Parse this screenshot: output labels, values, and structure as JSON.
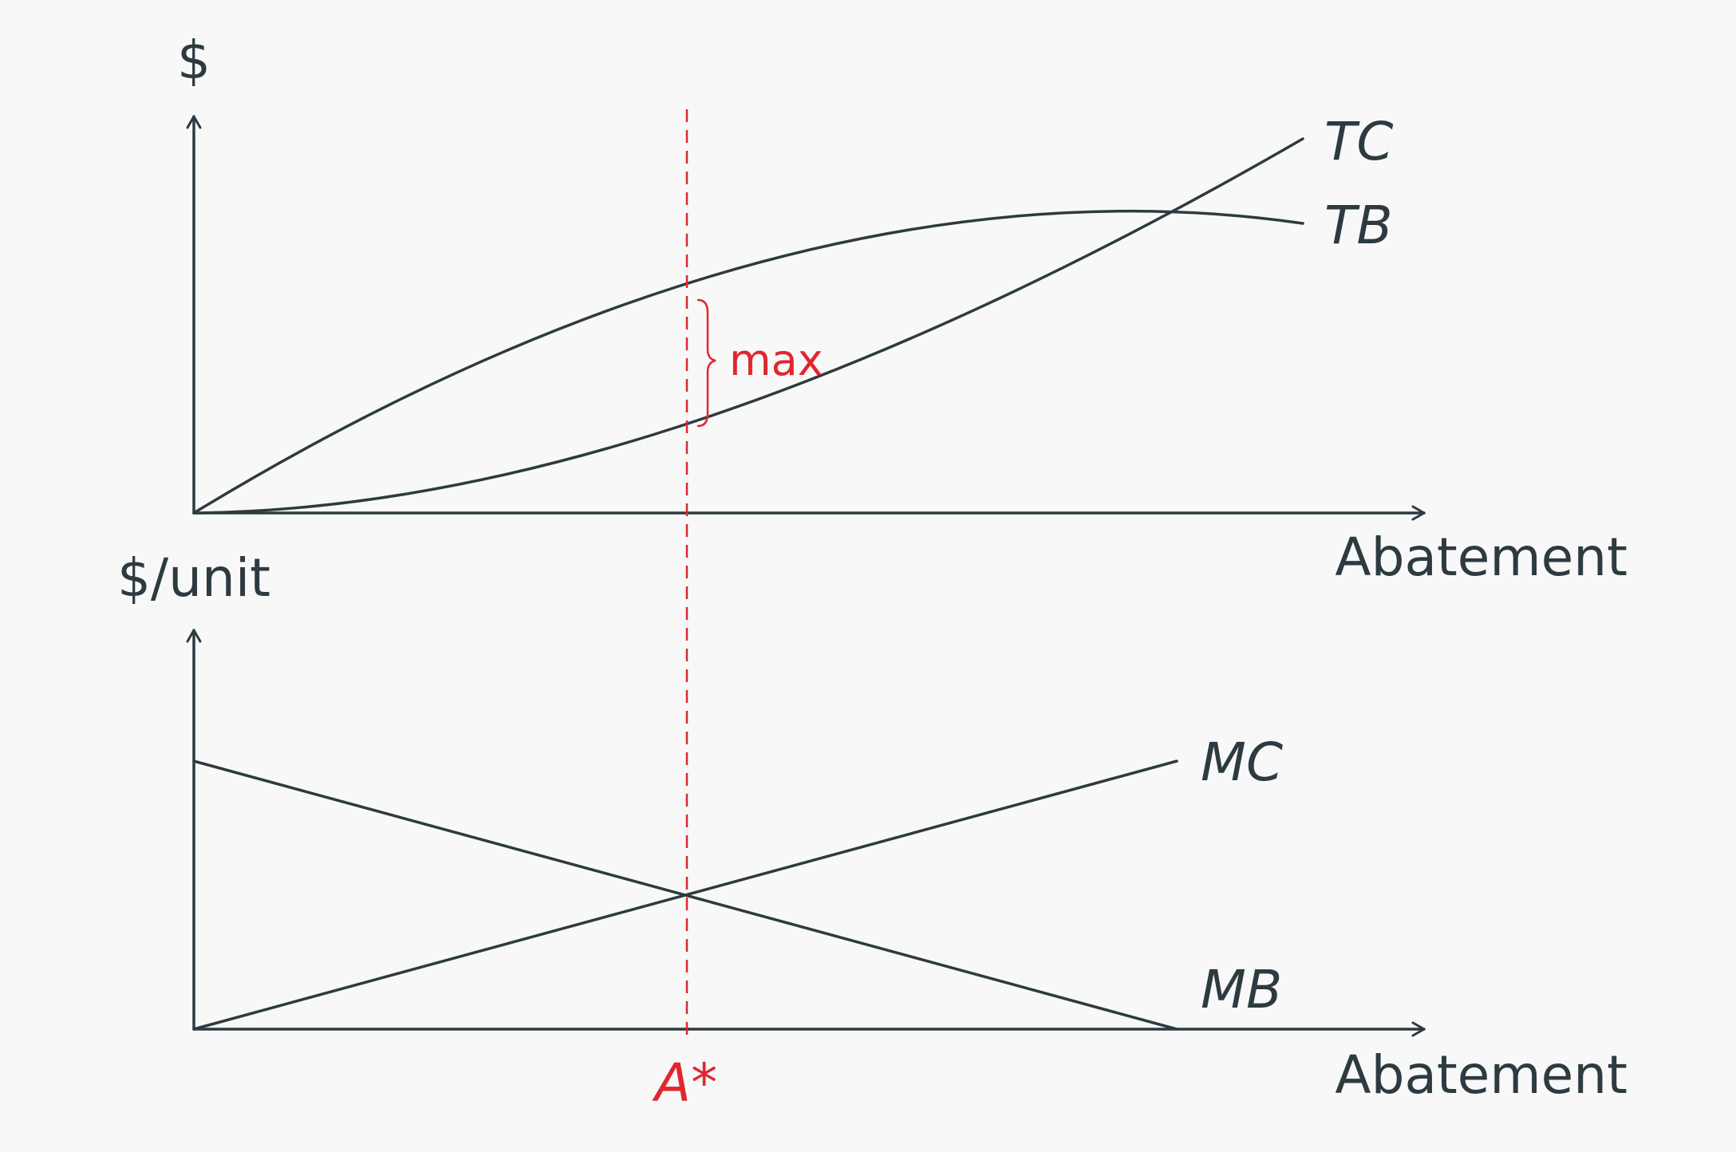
{
  "top_panel": {
    "y_axis_label": "$",
    "x_axis_label": "Abatement",
    "curves": {
      "tc_label": "TC",
      "tb_label": "TB"
    },
    "gap_label": "max"
  },
  "bottom_panel": {
    "y_axis_label": "$/unit",
    "x_axis_label": "Abatement",
    "curves": {
      "mc_label": "MC",
      "mb_label": "MB"
    }
  },
  "optimum_label": "A*",
  "colors": {
    "ink": "#2d3b40",
    "accent": "#e0262e",
    "background": "#f8f8f8"
  }
}
